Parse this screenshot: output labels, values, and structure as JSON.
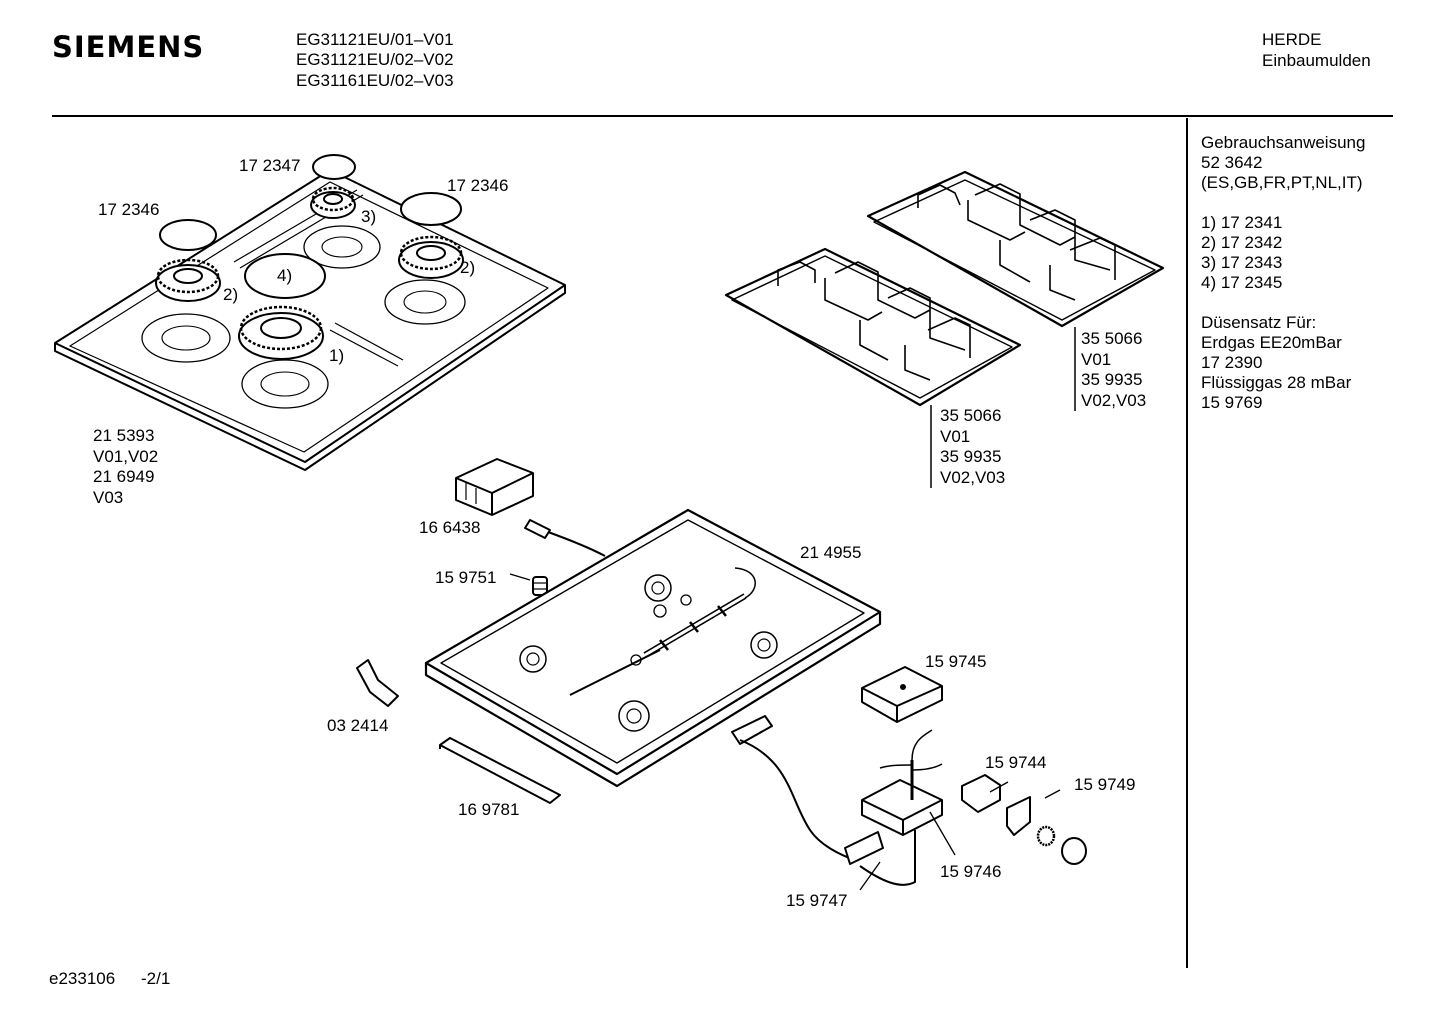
{
  "header": {
    "brand": "SIEMENS",
    "models": [
      "EG31121EU/01–V01",
      "EG31121EU/02–V02",
      "EG31161EU/02–V03"
    ],
    "category": [
      "HERDE",
      "Einbaumulden"
    ]
  },
  "sidebar": {
    "lines": [
      "Gebrauchsanweisung",
      "52 3642",
      "(ES,GB,FR,PT,NL,IT)",
      "",
      "1)  17 2341",
      "2)  17 2342",
      "3)  17 2343",
      "4)  17 2345",
      "",
      "Düsensatz Für:",
      "Erdgas EE20mBar",
      "17 2390",
      "Flüssiggas 28 mBar",
      "15 9769"
    ]
  },
  "labels": {
    "cap_top": "17 2347",
    "cap_left": "17 2346",
    "cap_right": "17 2346",
    "n1": "1)",
    "n2a": "2)",
    "n2b": "2)",
    "n3": "3)",
    "n4": "4)",
    "hob_top": [
      "21 5393",
      "V01,V02",
      "21 6949",
      "V03"
    ],
    "grid_left": [
      "35 5066",
      "V01",
      "35 9935",
      "V02,V03"
    ],
    "grid_right": [
      "35 5066",
      "V01",
      "35 9935",
      "V02,V03"
    ],
    "box": "16 6438",
    "base": "21 4955",
    "plug": "15 9751",
    "bracket": "03 2414",
    "strip": "16 9781",
    "plate": "15 9745",
    "switch": "15 9744",
    "knobbracket": "15 9749",
    "igniter": "15 9746",
    "valve": "15 9747"
  },
  "footer": {
    "code": "e233106",
    "page": "-2/1"
  }
}
